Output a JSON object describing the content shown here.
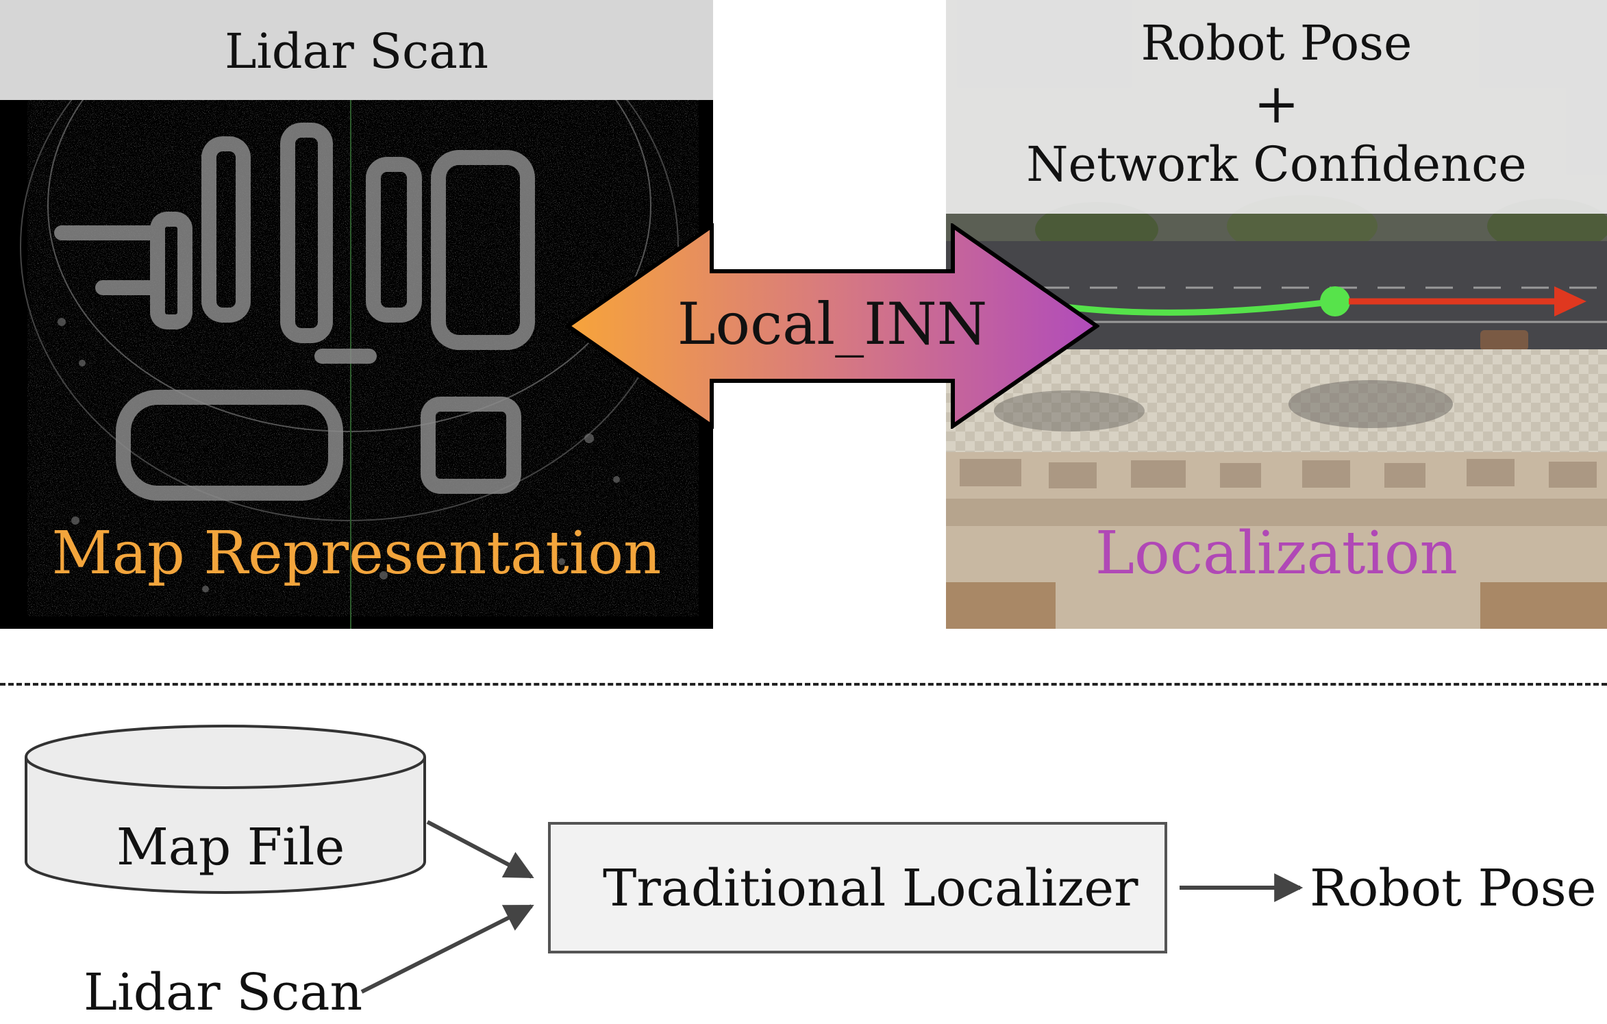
{
  "top_left": {
    "header": "Lidar Scan",
    "caption": "Map Representation",
    "caption_color": "#f3a53c"
  },
  "center": {
    "label": "Local_INN",
    "gradient_start": "#f7a43a",
    "gradient_end": "#b04bbb"
  },
  "top_right": {
    "header_line1": "Robot Pose",
    "header_plus": "+",
    "header_line2": "Network Confidence",
    "caption": "Localization",
    "caption_color": "#b048b6"
  },
  "bottom": {
    "database_label": "Map File",
    "process_label": "Traditional Localizer",
    "output_label": "Robot Pose",
    "input_label": "Lidar Scan"
  },
  "icons": [
    "database-cylinder",
    "double-headed-arrow"
  ]
}
